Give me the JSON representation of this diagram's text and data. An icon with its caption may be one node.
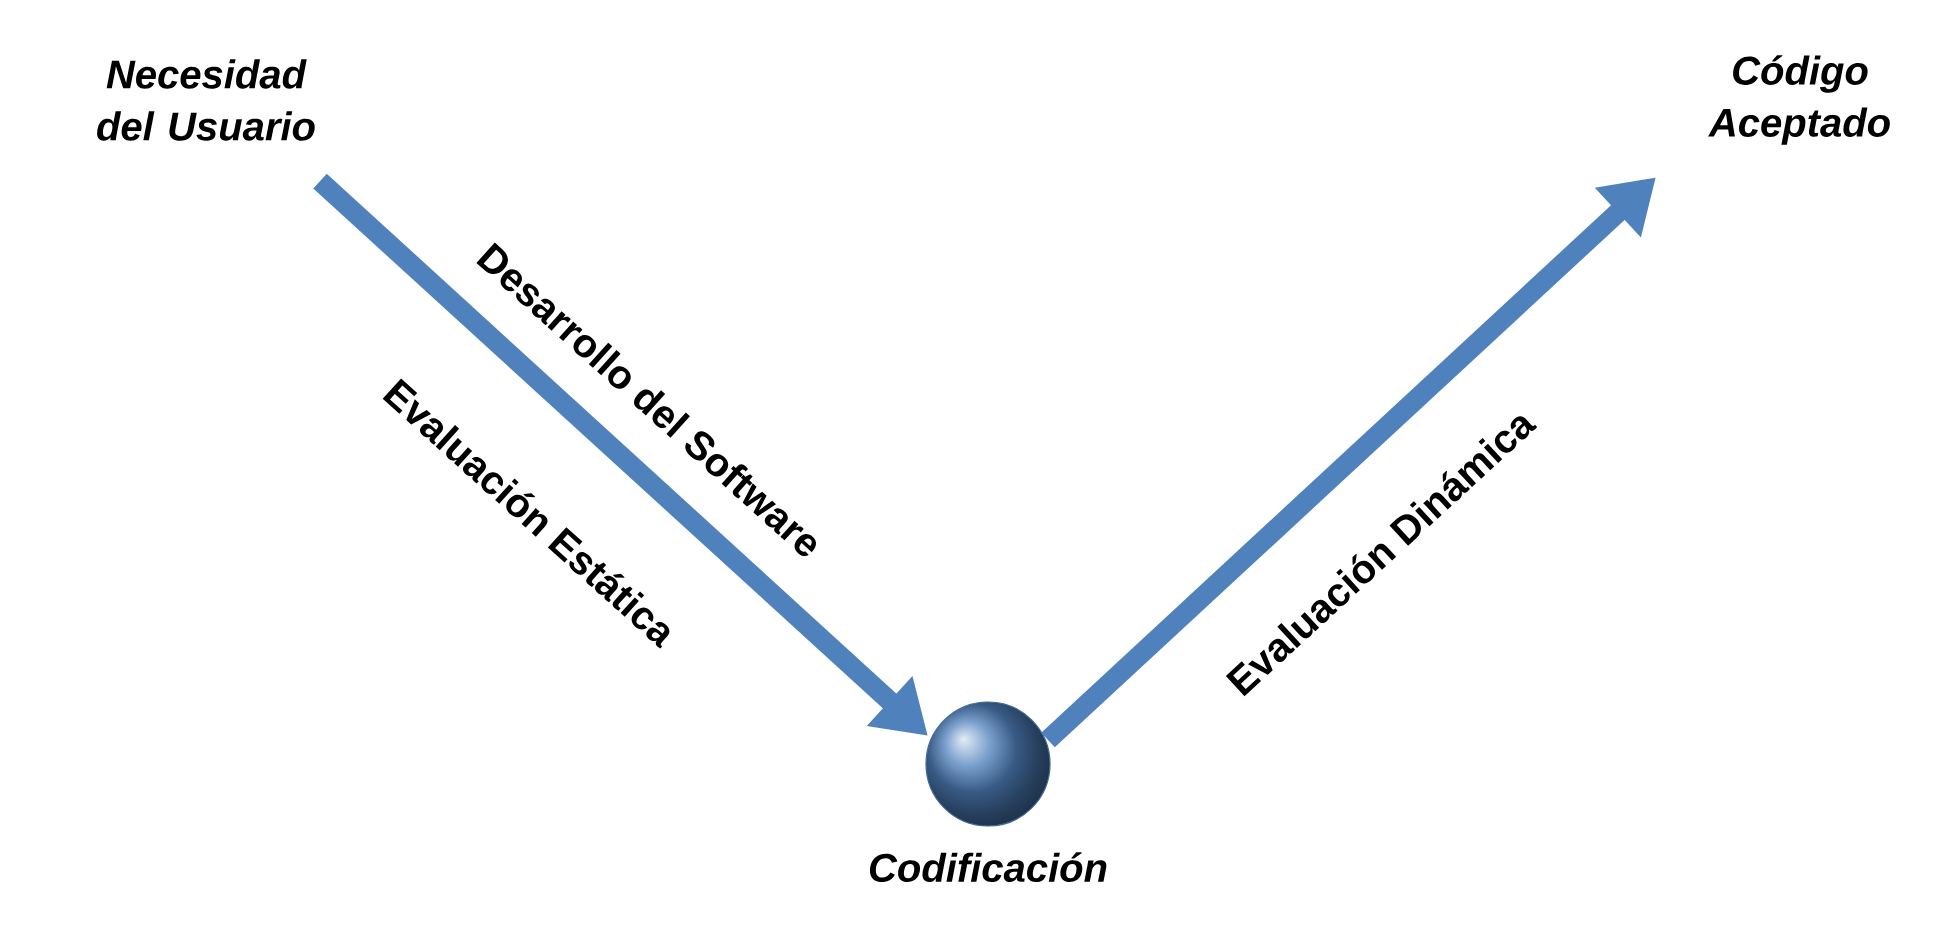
{
  "diagram": {
    "nodes": [
      {
        "text": [
          "Necesidad del Usuario"
        ]
      },
      {
        "text": [
          "Codificación"
        ]
      },
      {
        "text": [
          "Código Aceptado"
        ]
      }
    ],
    "edges": [
      {
        "from": 0,
        "to": 1,
        "arrow": "to",
        "label": "Desarrollo del Software"
      },
      {
        "from": 1,
        "to": 2,
        "arrow": "to",
        "label": "Evaluación Dinámica"
      }
    ],
    "labels": [
      "Evaluación Estática"
    ]
  }
}
